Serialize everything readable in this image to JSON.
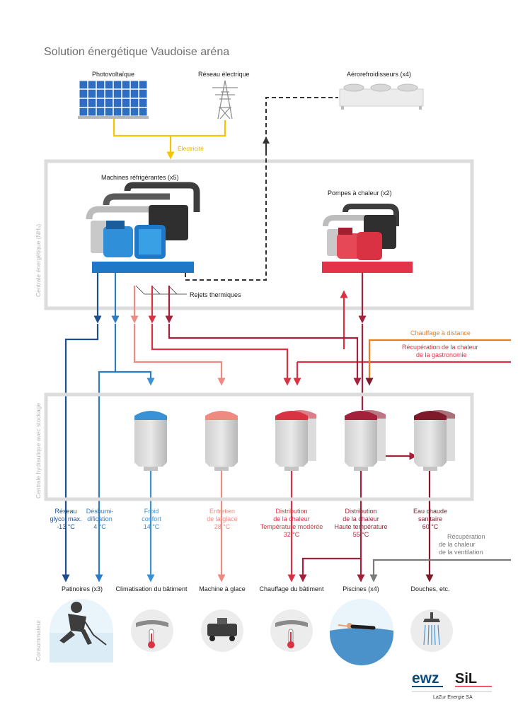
{
  "title": "Solution énergétique Vaudoise aréna",
  "sources": {
    "solar": "Photovoltaïque",
    "grid": "Réseau électrique",
    "coolers": "Aérorefroidisseurs   (x4)",
    "electricity": "Électricité"
  },
  "plant": {
    "side_label": "Centrale énergétique (NH₃)",
    "chillers": "Machines réfrigérantes (x5)",
    "heat_pumps": "Pompes à chaleur (x2)",
    "thermal_rejects": "Rejets thermiques"
  },
  "external": {
    "district_heating": "Chauffage à distance",
    "gastro_recovery_1": "Récupération de la chaleur",
    "gastro_recovery_2": "de la gastronomie"
  },
  "storage": {
    "side_label": "Centrale hydraulique avec stockage",
    "circuits": [
      {
        "l1": "Réseau",
        "l2": "glycol max.",
        "l3": "-13 °C",
        "l4": ""
      },
      {
        "l1": "Déshumi-",
        "l2": "dification",
        "l3": "4 °C",
        "l4": ""
      },
      {
        "l1": "Froid",
        "l2": "confort",
        "l3": "14 °C",
        "l4": ""
      },
      {
        "l1": "Entretien",
        "l2": "de la glace",
        "l3": "28 °C",
        "l4": ""
      },
      {
        "l1": "Distribution",
        "l2": "de la chaleur",
        "l3": "Température modérée",
        "l4": "32 °C"
      },
      {
        "l1": "Distribution",
        "l2": "de la chaleur",
        "l3": "Haute température",
        "l4": "55 °C"
      },
      {
        "l1": "Eau chaude",
        "l2": "sanitaire",
        "l3": "60 °C",
        "l4": ""
      }
    ],
    "ventilation_1": "Récupération",
    "ventilation_2": "de la chaleur",
    "ventilation_3": "de la ventilation"
  },
  "consumers": {
    "side_label": "Consommateur",
    "items": [
      "Patinoires (x3)",
      "Climatisation du bâtiment",
      "Machine à glace",
      "Chauffage du bâtiment",
      "Piscines (x4)",
      "Douches, etc."
    ]
  },
  "logos": {
    "ewz": "ewz",
    "sil": "SiL",
    "company": "LaZur Energie SA"
  },
  "colors": {
    "glycol": "#1f4e8c",
    "dehumid": "#2b7cc4",
    "comfort": "#3a92d6",
    "ice": "#ee8a82",
    "moderate": "#d93343",
    "high": "#a3213a",
    "hotwater": "#7e1a2a",
    "district": "#ee7d1f",
    "electric": "#f7c500",
    "grey": "#7a7a7a"
  }
}
